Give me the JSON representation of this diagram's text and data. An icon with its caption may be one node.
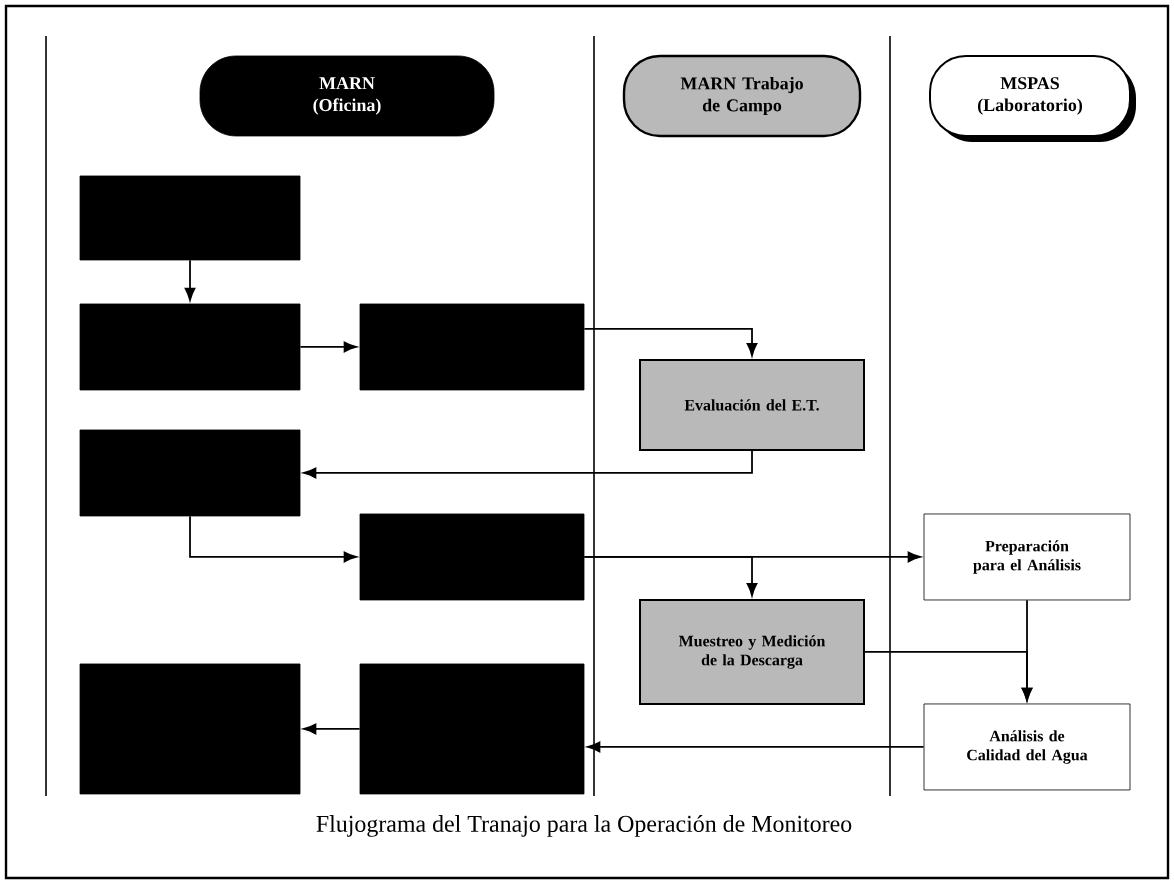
{
  "diagram": {
    "caption": "Flujograma del Tranajo para la Operación de Monitoreo",
    "nodes": [
      {
        "text": [
          "MARN (Oficina)"
        ]
      },
      {
        "text": [
          "MARN Trabajo de Campo"
        ]
      },
      {
        "text": [
          "MSPAS (Laboratorio)"
        ]
      },
      {
        "text": [],
        "shape": "box"
      },
      {
        "text": [],
        "shape": "box"
      },
      {
        "text": [],
        "shape": "box"
      },
      {
        "text": [
          "Evaluación del E.T."
        ]
      },
      {
        "text": [],
        "shape": "box"
      },
      {
        "text": [],
        "shape": "box"
      },
      {
        "text": [
          "Preparación para el Análisis"
        ]
      },
      {
        "text": [
          "Muestreo y Medición de la Descarga"
        ]
      },
      {
        "text": [],
        "shape": "box"
      },
      {
        "text": [],
        "shape": "box"
      },
      {
        "text": [
          "Análisis de Calidad del Agua"
        ]
      }
    ],
    "edges": [
      {
        "from": 3,
        "to": 4,
        "arrow": "to"
      },
      {
        "from": 4,
        "to": 5,
        "arrow": "to"
      },
      {
        "from": 5,
        "to": 6,
        "arrow": "to"
      },
      {
        "from": 6,
        "to": 7,
        "arrow": "to"
      },
      {
        "from": 7,
        "to": 8,
        "arrow": "to"
      },
      {
        "from": 8,
        "to": 9,
        "arrow": "to"
      },
      {
        "from": 8,
        "to": 10,
        "arrow": "to"
      },
      {
        "from": 10,
        "to": 13,
        "arrow": "to"
      },
      {
        "from": 9,
        "to": 13,
        "arrow": "to"
      },
      {
        "from": 13,
        "to": 12,
        "arrow": "to"
      },
      {
        "from": 12,
        "to": 11,
        "arrow": "to"
      }
    ]
  }
}
